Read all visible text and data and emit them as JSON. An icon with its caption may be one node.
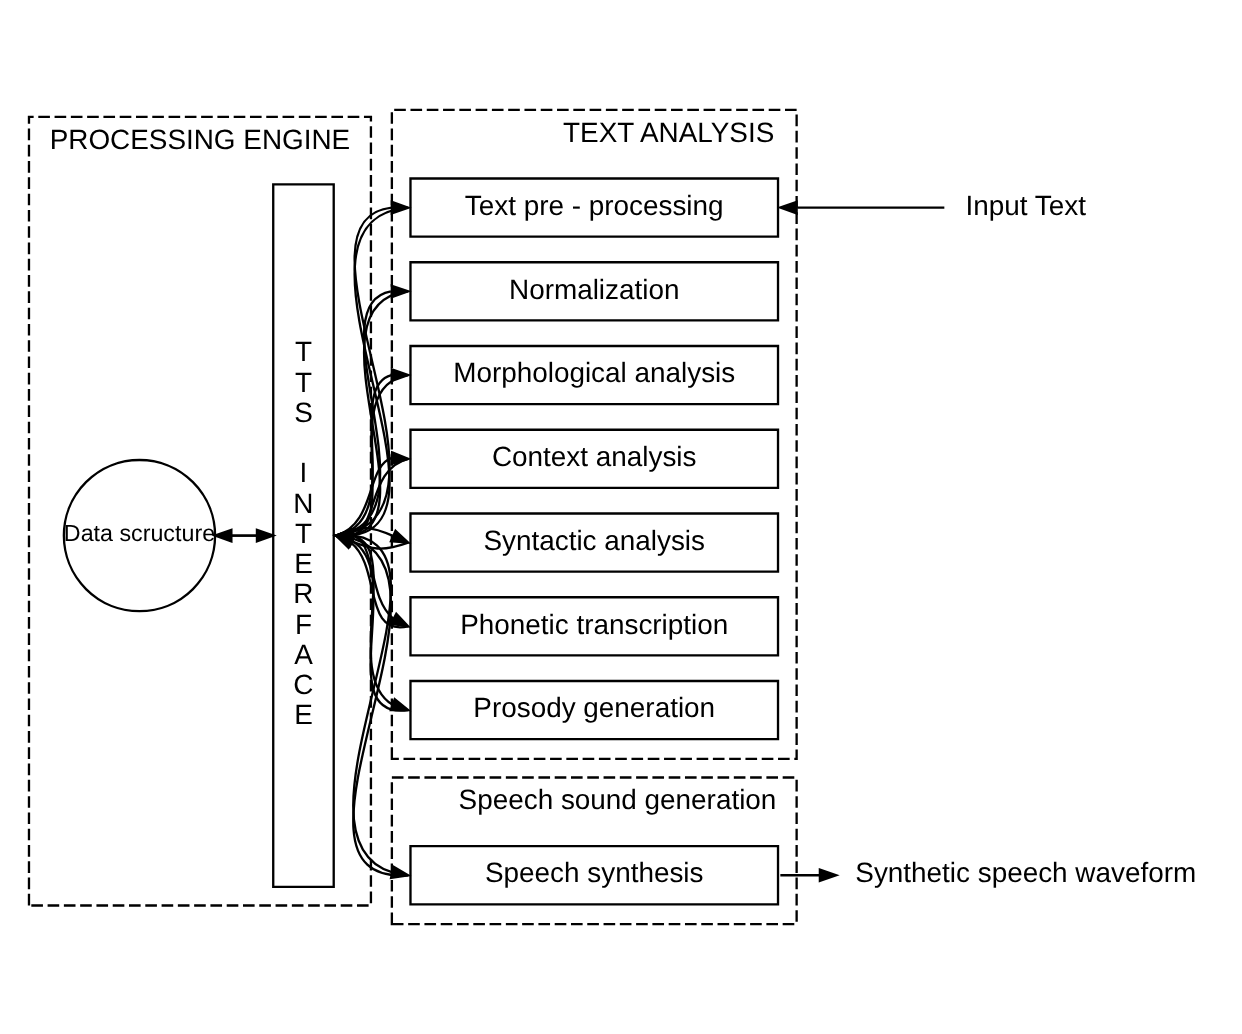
{
  "diagram": {
    "nodes": [
      {
        "text": [
          "PROCESSING ENGINE"
        ]
      },
      {
        "text": [
          "TTS INTERFACE"
        ],
        "in": 0
      },
      {
        "text": [
          "Data scructure"
        ],
        "in": 0
      },
      {
        "text": [
          "TEXT ANALYSIS"
        ]
      },
      {
        "text": [
          "Text pre - processing"
        ],
        "in": 3
      },
      {
        "text": [
          "Normalization"
        ],
        "in": 3
      },
      {
        "text": [
          "Morphological analysis"
        ],
        "in": 3
      },
      {
        "text": [
          "Context analysis"
        ],
        "in": 3
      },
      {
        "text": [
          "Syntactic analysis"
        ],
        "in": 3
      },
      {
        "text": [
          "Phonetic transcription"
        ],
        "in": 3
      },
      {
        "text": [
          "Prosody generation"
        ],
        "in": 3
      },
      {
        "text": [
          "Speech sound generation"
        ]
      },
      {
        "text": [
          "Speech synthesis"
        ],
        "in": 11
      },
      {
        "text": [
          "Input Text"
        ]
      },
      {
        "text": [
          "Synthetic speech waveform"
        ]
      }
    ],
    "edges": [
      {
        "from": 4,
        "to": 1,
        "arrow": "to"
      },
      {
        "from": 1,
        "to": 4,
        "arrow": "to"
      },
      {
        "from": 5,
        "to": 1,
        "arrow": "to"
      },
      {
        "from": 1,
        "to": 5,
        "arrow": "to"
      },
      {
        "from": 6,
        "to": 1,
        "arrow": "to"
      },
      {
        "from": 1,
        "to": 6,
        "arrow": "to"
      },
      {
        "from": 7,
        "to": 1,
        "arrow": "to"
      },
      {
        "from": 1,
        "to": 7,
        "arrow": "to"
      },
      {
        "from": 8,
        "to": 1,
        "arrow": "to"
      },
      {
        "from": 1,
        "to": 8,
        "arrow": "to"
      },
      {
        "from": 9,
        "to": 1,
        "arrow": "to"
      },
      {
        "from": 1,
        "to": 9,
        "arrow": "to"
      },
      {
        "from": 10,
        "to": 1,
        "arrow": "to"
      },
      {
        "from": 1,
        "to": 10,
        "arrow": "to"
      },
      {
        "from": 12,
        "to": 1,
        "arrow": "to"
      },
      {
        "from": 1,
        "to": 12,
        "arrow": "to"
      },
      {
        "from": 1,
        "to": 2,
        "arrow": "to"
      },
      {
        "from": 2,
        "to": 1,
        "arrow": "to"
      },
      {
        "from": 13,
        "to": 4,
        "arrow": "to"
      },
      {
        "from": 12,
        "to": 14,
        "arrow": "to"
      }
    ]
  }
}
